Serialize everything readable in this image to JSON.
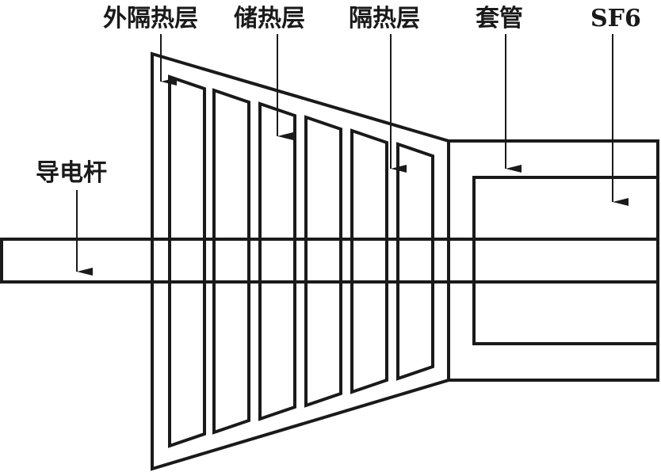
{
  "labels": {
    "outer_insulation": "外隔热层",
    "heat_storage": "储热层",
    "insulation": "隔热层",
    "bushing": "套管",
    "sf6": "SF6",
    "conductor_rod": "导电杆"
  },
  "colors": {
    "hatch": "#c8544a",
    "sf6_fill": "#f8e19a",
    "rod_fill": "#cccccc",
    "outline": "#1a1a1a"
  }
}
